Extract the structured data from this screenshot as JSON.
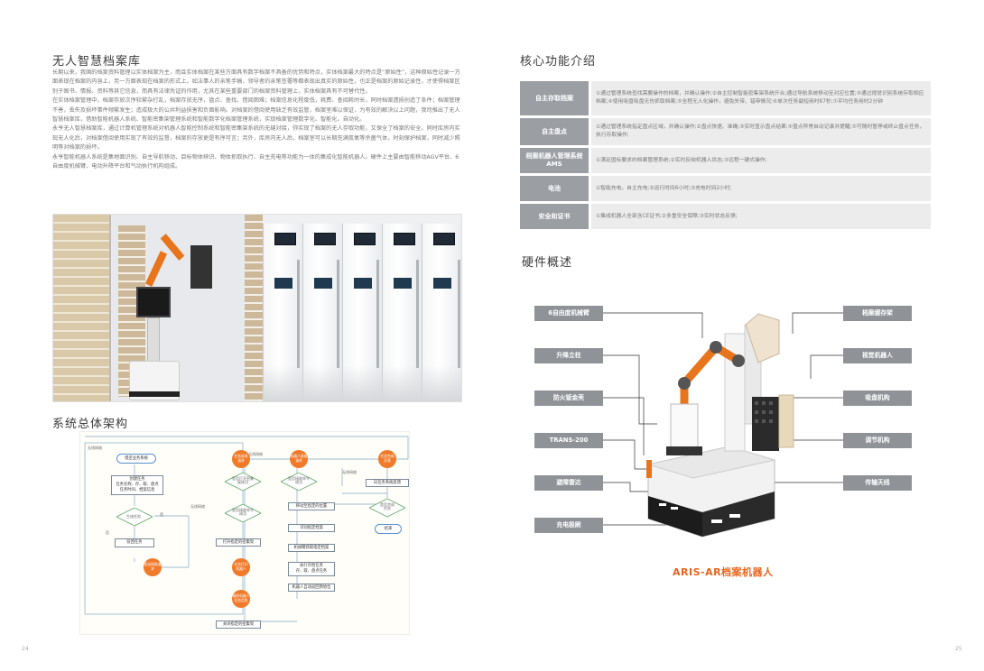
{
  "left_page": {
    "title": "无人智慧档案库",
    "intro": [
      "长期以来，我国的档案资料管理以实体档案为主，而且实体档案在某些方面具有数字档案不具备的优势和特点，实体档案最大的特点是“原始性”，这种原始性记录一方面表现在档案的内容上，另一方面表现在档案的形式上。如法事人的亲笔手稿，领导者的亲笔签署等都表现出真实的原始性，也正是档案的原始记录性，才使得档案区别于图书、情报、资料等其它信息，而具有法律凭证的作用，尤其在某些重要部门的档案资料管理上，实体档案具有不可替代性。",
      "在实体档案管理中，档案存放次序较繁杂打乱，档案存放无序，盘点、查找、借阅困难；档案信息化程度低，耗费、查阅耗时长，同时档案遗损创造了条件；档案管理不善，丢失及损坏事件频繁发生；造成极大的公共利益损害和负面影响。对档案的借阅使用缺乏有效监管，档案室难以保证，为有效的解决以上问题，我司推出了无人智慧档案库，借助智能机器人系统、智能密集架管理系统和智能数字化档案管理系统，实现档案管理数字化、智能化、自动化。",
      "永亨无人智慧档案库，通过计算机管理系统对机器人智能控制系统和智能密集架系统的无缝对接，弥实现了档案的无人存取功能，又保全了档案的安全。同时库房内实现无人化后，对档案借阅使用实现了有效的监督，档案的存放更是有序可言；另外，库房内无人后，档案室可以长期充满氮氧等杀菌气体，时刻保护档案，同时减少照明等对档案的损坏。",
      "永亨智能机器人系统是集地面识别、自主导航移动、目标物体辨识、物体抓取执行、自主充电等功能为一体的集成化智能机器人。硬件上主要由智能移动AGV平台、6自由度机械臂、电动升降平台和气动执行机构组成。"
    ],
    "architecture_title": "系统总体架构",
    "page_number": "24",
    "flow": {
      "side_top": "无线网络",
      "side_top2": "无线网络",
      "side_mid": "无线网络",
      "side_mid2": "无线网络",
      "start": "借还业务系统",
      "req": "创建任务\n任务名称、存、取、盘点\n任务时间、档案信息",
      "dia1": "生成任务",
      "no": "否",
      "yes": "是",
      "fail": "驳回任务",
      "c1": "发送网络请求",
      "c2": "任务接收\n请求",
      "c3": "机器人接收\n请求",
      "c4": "接收机器人\n任务信息",
      "c5": "任务打印\n机器人",
      "c6": "任务接收\n任务请求",
      "c7": "任务完成\n反馈",
      "d2": "是否打开密集\n架成功",
      "d3": "是否接收命令\n成功",
      "d4": "是否完成\n任务",
      "b1": "打开指定的密集架",
      "b2": "移动至指定的位置",
      "b3": "识别指定档案",
      "b4": "机械臂抓取指定档案",
      "b5": "执行存档任务\n存、取、盘点任务",
      "b6": "机器人自动返回原始位",
      "b7": "关闭指定的密集架",
      "b8": "向任务系统反馈",
      "end": "结束"
    }
  },
  "right_page": {
    "functions_title": "核心功能介绍",
    "functions": [
      {
        "name": "自主存取档案",
        "desc": "①通过管理系统查找需要操作的档案，并确认操作;②自主控制智能密集架系统开合;通过导航系统移动至对应位置;③通过视觉识别系统存取相应档案;④使用吸盘吸盘无伤抓取档案;⑤全程无人化操作，避免失带、错带情况;⑥单次任务最短用时87秒;⑦平均任务用时2分钟"
      },
      {
        "name": "自主盘点",
        "desc": "①通过管理系统指定盘点区域，并确认操作;②盘点快速、准确;③实时显示盘点结果;④盘点异常自动记录并提醒;⑤可随时暂停或终止盘点任务，执行存取操作;"
      },
      {
        "name": "档案机器人管理系统AMS",
        "desc": "①满足国标要求的档案管理系统;②实时反映机器人状态;③远程一键式操作;"
      },
      {
        "name": "电池",
        "desc": "①智能充电，自主充电;②运行时间6小时;③充电时间2小时;"
      },
      {
        "name": "安全和证书",
        "desc": "①集成机器人全部含CE证书;②多重安全保障;③实时状态反馈;"
      }
    ],
    "hardware_title": "硬件概述",
    "hardware_left": [
      "6自由度机械臂",
      "升降立柱",
      "防火钣金壳",
      "TRANS-200",
      "避障雷达",
      "充电极刷"
    ],
    "hardware_right": [
      "档案缓存架",
      "视觉机器人",
      "吸盘机构",
      "调节机构",
      "传输天线"
    ],
    "caption": "ARIS-AR档案机器人",
    "page_number": "25",
    "colors": {
      "accent": "#e8641c",
      "label_bg": "#8f9398"
    }
  }
}
